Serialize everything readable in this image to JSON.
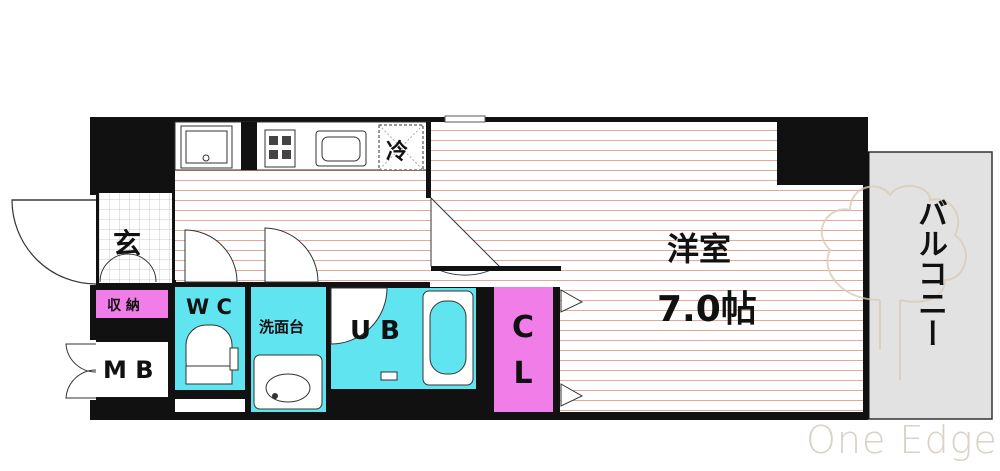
{
  "labels": {
    "genkan": "玄",
    "shuno": "収 納",
    "mb": "M B",
    "wc": "W C",
    "washroom": "洗面台",
    "ub": "U B",
    "cl": "C L",
    "room_type": "洋室",
    "room_size": "7.0帖",
    "refrigerator": "冷",
    "balcony": "バルコニー"
  },
  "watermark": "One Edge",
  "colors": {
    "wall": "#111111",
    "floor_lines": "#e3a99a",
    "wet_area": "#5fe4f0",
    "closet": "#f07de8",
    "balcony": "#e2e2e2"
  }
}
